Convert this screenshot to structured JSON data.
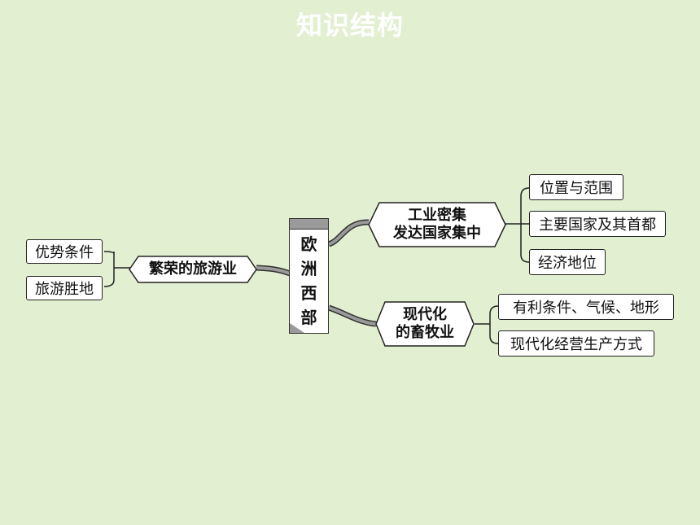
{
  "title": "知识结构",
  "root": {
    "chars": [
      "欧",
      "洲",
      "西",
      "部"
    ]
  },
  "left": {
    "topic": "繁荣的旅游业",
    "items": [
      "优势条件",
      "旅游胜地"
    ]
  },
  "right_top": {
    "line1": "工业密集",
    "line2": "发达国家集中",
    "items": [
      "位置与范围",
      "主要国家及其首都",
      "经济地位"
    ]
  },
  "right_bottom": {
    "line1": "现代化",
    "line2": "的畜牧业",
    "items": [
      "有利条件、气候、地形",
      "现代化经营生产方式"
    ]
  }
}
